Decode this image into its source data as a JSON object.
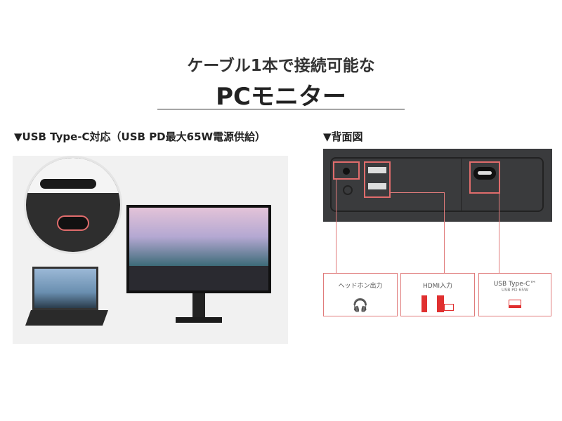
{
  "header": {
    "line1": "ケーブル1本で接続可能な",
    "line2": "PCモニター"
  },
  "left": {
    "heading": "▼USB Type-C対応（USB PD最大65W電源供給）"
  },
  "right": {
    "heading": "▼背面図",
    "ports": [
      {
        "label": "ヘッドホン出力",
        "icon": "headphones-icon"
      },
      {
        "label": "HDMI入力",
        "icon": "pc-laptop-icon"
      },
      {
        "label": "USB Type-C™",
        "sub": "USB PD 65W",
        "icon": "laptop-icon"
      }
    ]
  },
  "colors": {
    "accent": "#e05050",
    "panel": "#3a3b3d"
  }
}
